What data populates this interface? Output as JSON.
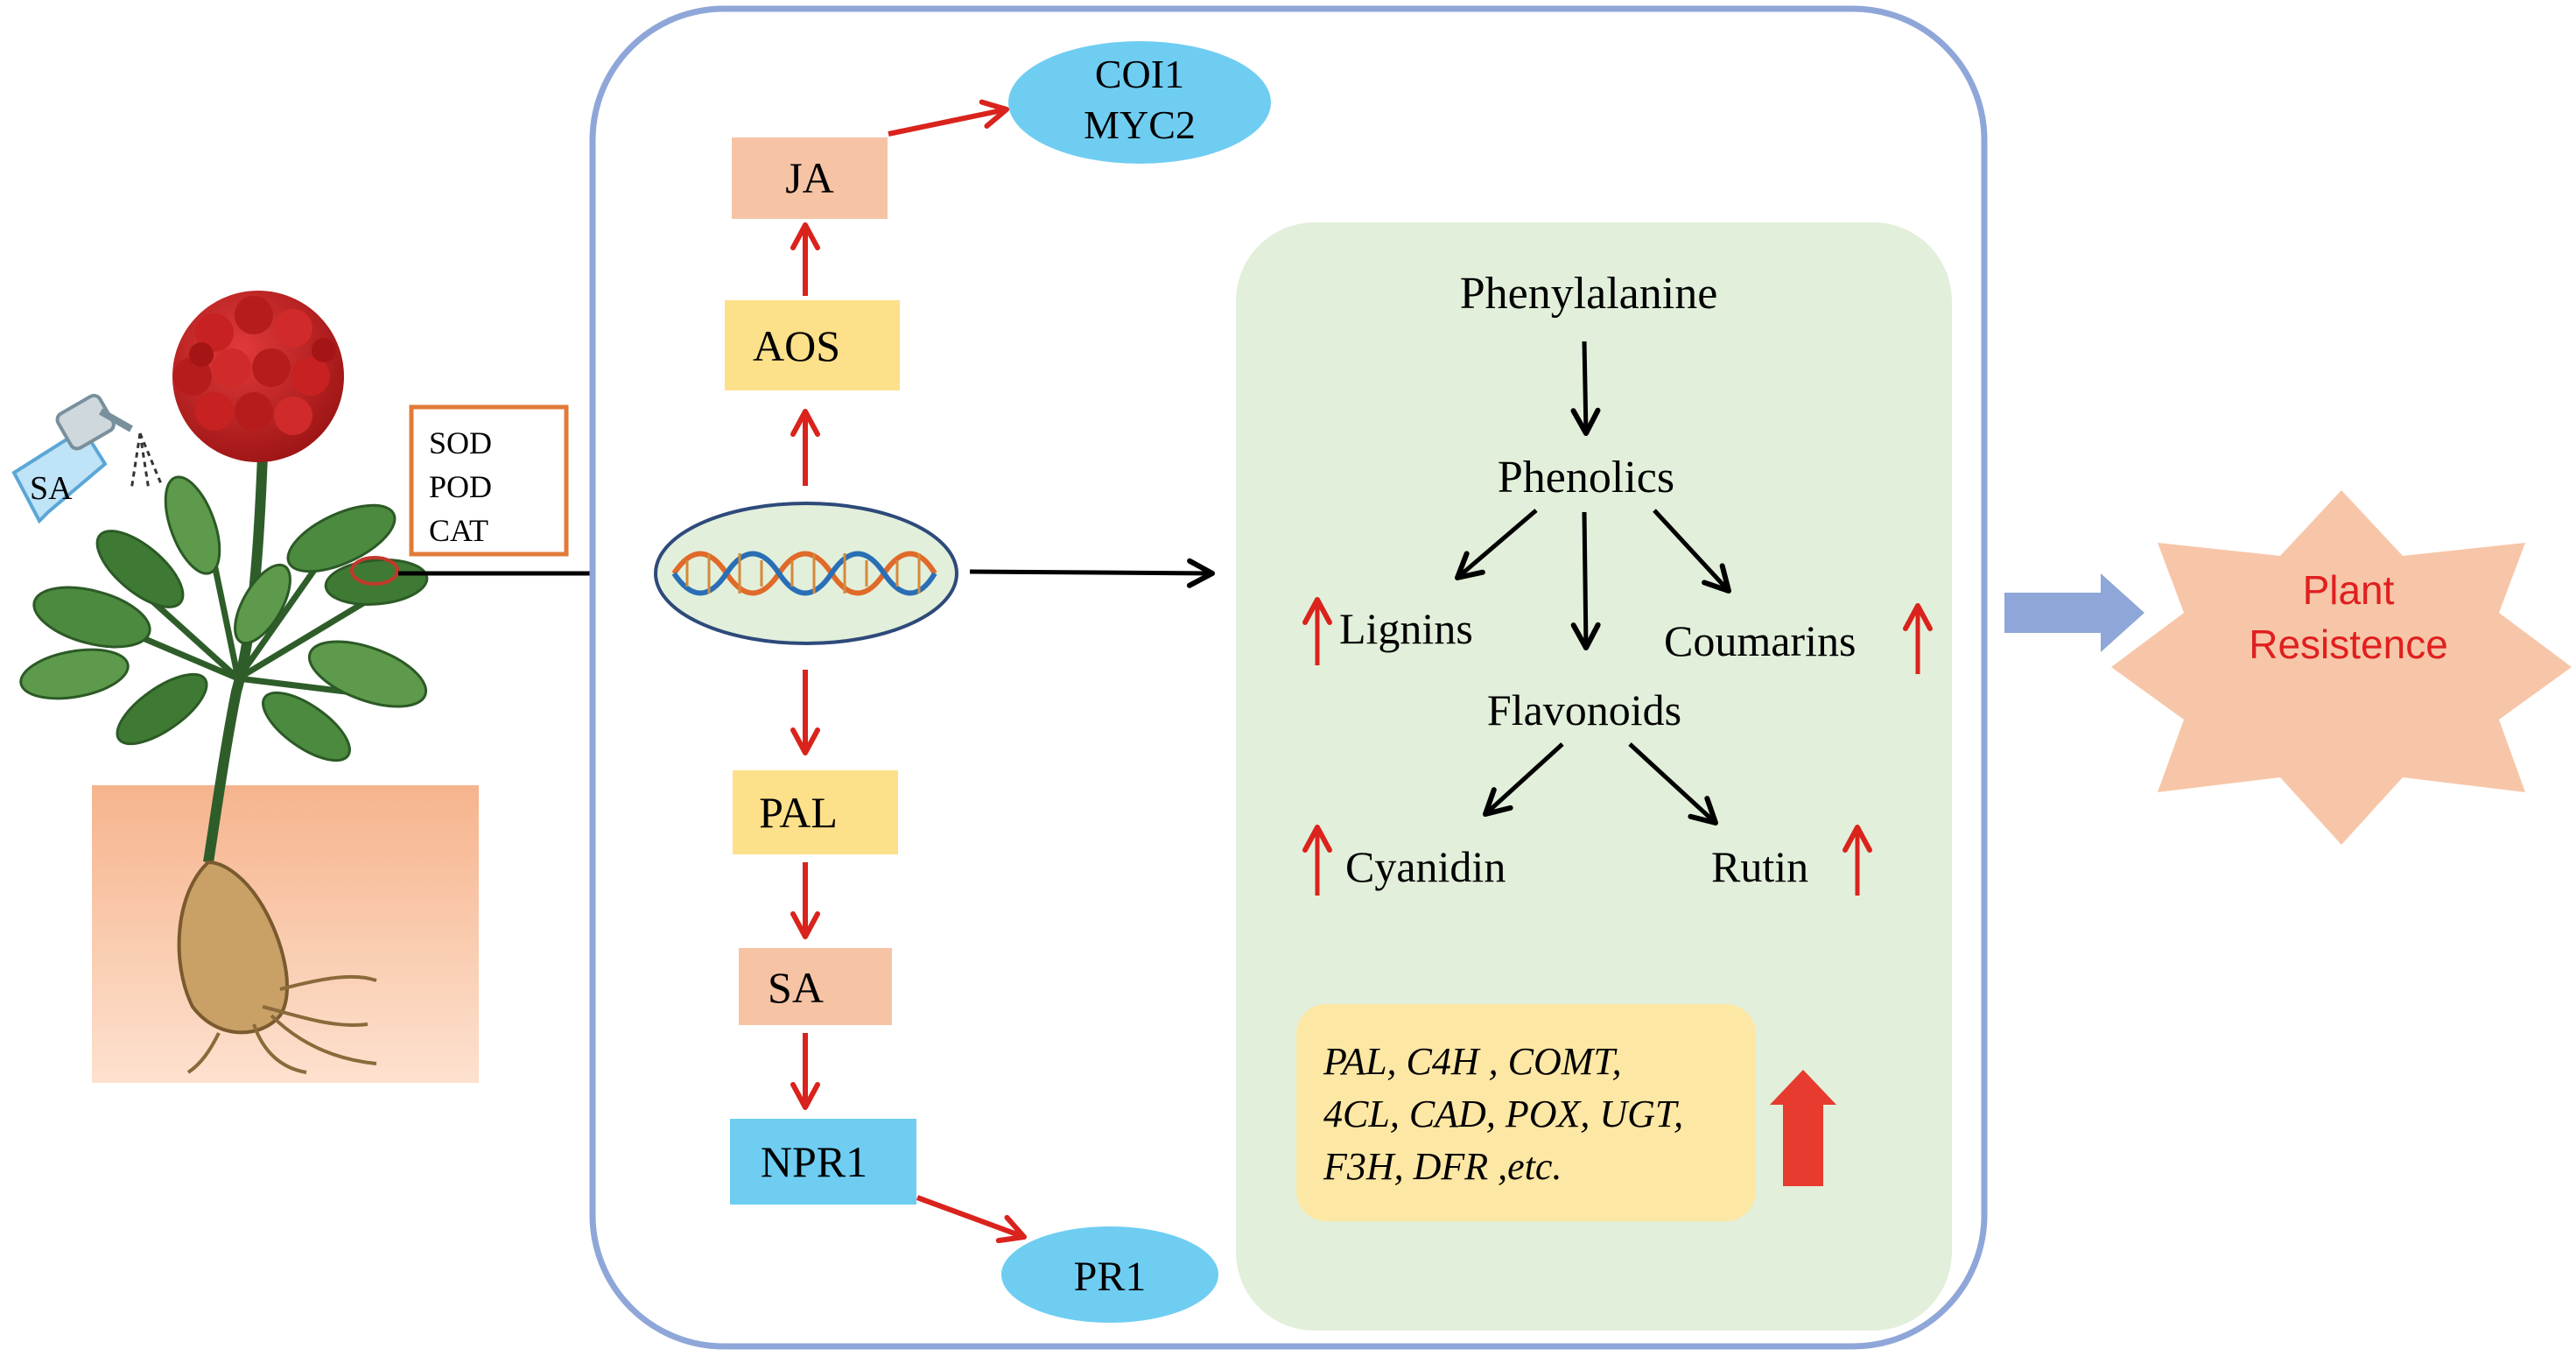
{
  "colors": {
    "cell_border": "#8fa6d8",
    "green_panel": "#e2efda",
    "salmon_box": "#f6c3a5",
    "yellow_box": "#fde08a",
    "blue_box": "#6fcdf2",
    "red_arrow": "#d9231c",
    "orange_frame": "#e07b39",
    "burst_fill": "#f7c6a8",
    "burst_text": "#e01f1f",
    "big_arrow": "#8fa6d8",
    "gene_box": "#fde7a4",
    "up_arrow": "#e63b2e"
  },
  "plant": {
    "spray_label": "SA",
    "enzymes": [
      "SOD",
      "POD",
      "CAT"
    ],
    "icons": [
      "spray-bottle-icon",
      "ginseng-plant-icon",
      "dna-helix-icon"
    ]
  },
  "signaling": {
    "ja_branch": {
      "receptor": [
        "COI1",
        "MYC2"
      ],
      "hormone": "JA",
      "enzyme": "AOS"
    },
    "sa_branch": {
      "enzyme": "PAL",
      "hormone": "SA",
      "receptor": "NPR1",
      "target": "PR1"
    }
  },
  "metabolism": {
    "precursor": "Phenylalanine",
    "class": "Phenolics",
    "products": [
      "Lignins",
      "Coumarins",
      "Flavonoids"
    ],
    "flavonoid_products": [
      "Cyanidin",
      "Rutin"
    ],
    "genes": [
      "PAL, C4H , COMT,",
      "4CL, CAD, POX, UGT,",
      "F3H, DFR ,etc."
    ]
  },
  "outcome": {
    "lines": [
      "Plant",
      "Resistence"
    ]
  }
}
